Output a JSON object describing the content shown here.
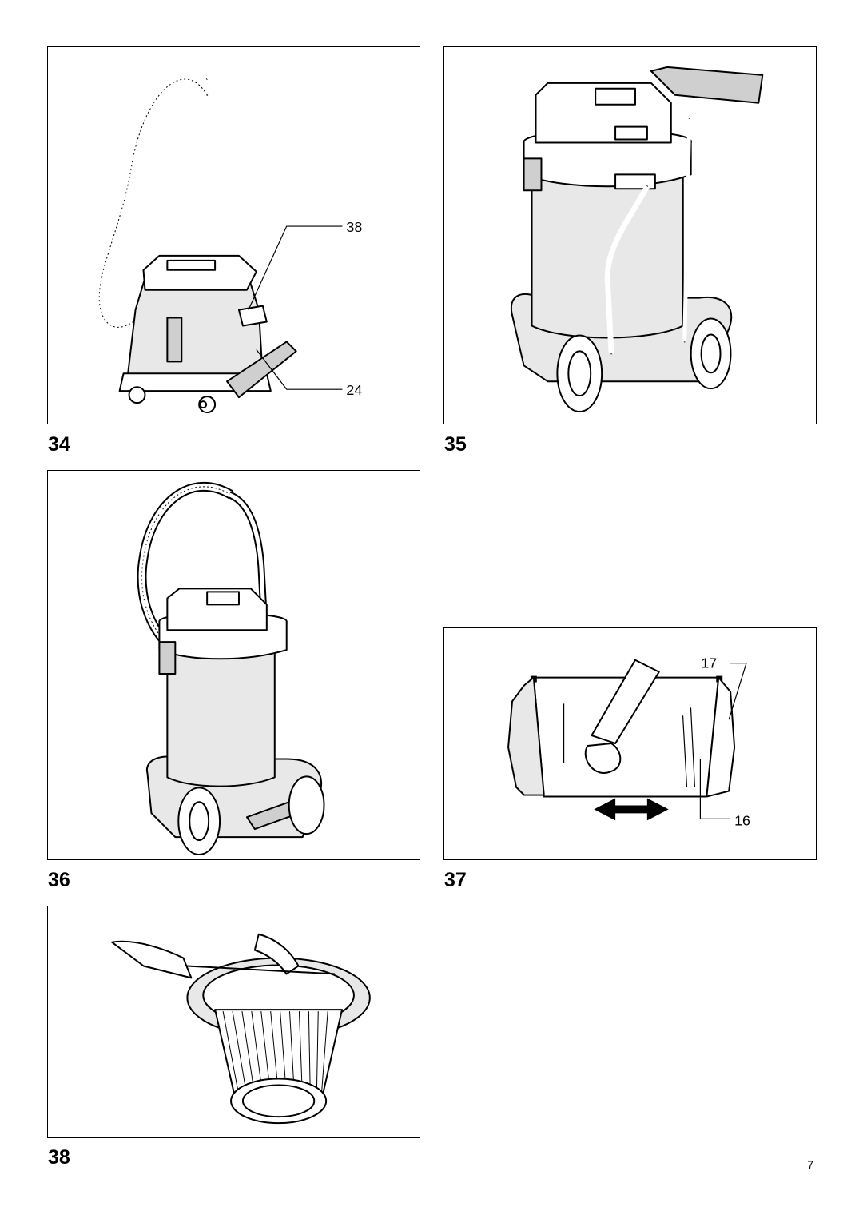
{
  "figures": [
    {
      "number": "34",
      "callouts": [
        "38",
        "24"
      ]
    },
    {
      "number": "35",
      "callouts": []
    },
    {
      "number": "36",
      "callouts": []
    },
    {
      "number": "37",
      "callouts": [
        "17",
        "16"
      ]
    },
    {
      "number": "38",
      "callouts": []
    }
  ],
  "page_number": "7"
}
